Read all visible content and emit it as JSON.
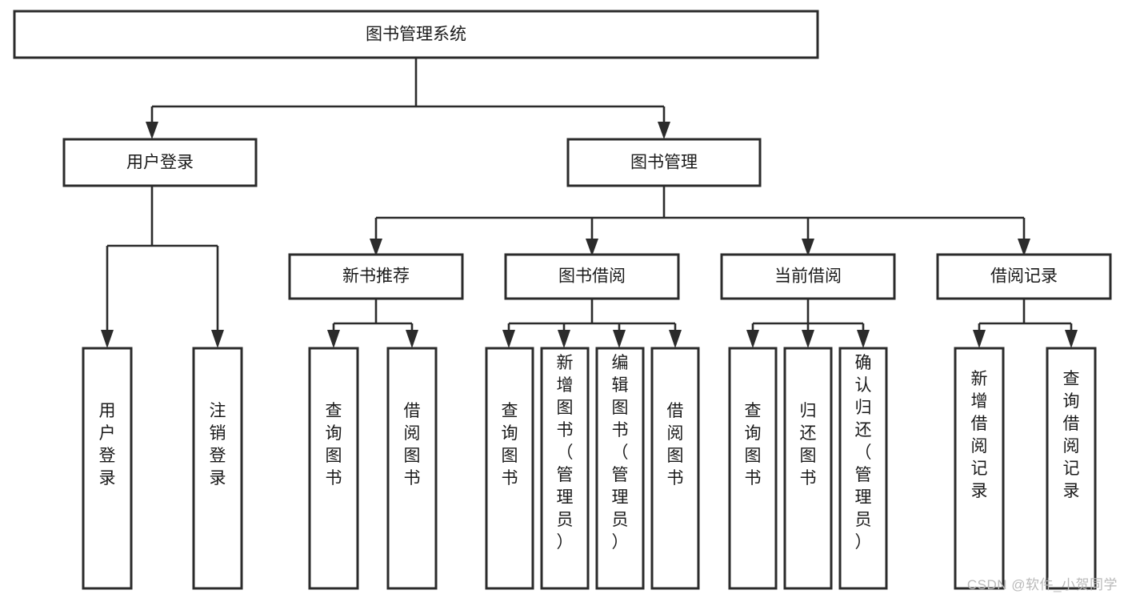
{
  "diagram": {
    "type": "tree-hierarchy",
    "title": "图书管理系统",
    "watermark": "CSDN @软件_小贺同学",
    "colors": {
      "box_stroke": "#2b2b2b",
      "box_fill": "#ffffff",
      "text": "#1a1a1a",
      "edge": "#2b2b2b",
      "watermark": "#b9b9b9",
      "background": "#ffffff"
    },
    "levels": [
      {
        "level": 1,
        "nodes": [
          {
            "id": "root",
            "label": "图书管理系统",
            "orientation": "horizontal"
          }
        ]
      },
      {
        "level": 2,
        "nodes": [
          {
            "id": "login",
            "label": "用户登录",
            "orientation": "horizontal",
            "parent": "root"
          },
          {
            "id": "bookmgmt",
            "label": "图书管理",
            "orientation": "horizontal",
            "parent": "root"
          }
        ]
      },
      {
        "level": 3,
        "nodes": [
          {
            "id": "newbook",
            "label": "新书推荐",
            "orientation": "horizontal",
            "parent": "bookmgmt"
          },
          {
            "id": "borrow",
            "label": "图书借阅",
            "orientation": "horizontal",
            "parent": "bookmgmt"
          },
          {
            "id": "current",
            "label": "当前借阅",
            "orientation": "horizontal",
            "parent": "bookmgmt"
          },
          {
            "id": "records",
            "label": "借阅记录",
            "orientation": "horizontal",
            "parent": "bookmgmt"
          }
        ]
      },
      {
        "level": 4,
        "nodes": [
          {
            "id": "leaf-user-login",
            "label": "用户登录",
            "orientation": "vertical",
            "parent": "login"
          },
          {
            "id": "leaf-logout",
            "label": "注销登录",
            "orientation": "vertical",
            "parent": "login"
          },
          {
            "id": "leaf-query-book-1",
            "label": "查询图书",
            "orientation": "vertical",
            "parent": "newbook"
          },
          {
            "id": "leaf-borrow-book-1",
            "label": "借阅图书",
            "orientation": "vertical",
            "parent": "newbook"
          },
          {
            "id": "leaf-query-book-2",
            "label": "查询图书",
            "orientation": "vertical",
            "parent": "borrow"
          },
          {
            "id": "leaf-add-book",
            "label": "新增图书（管理员）",
            "orientation": "vertical",
            "parent": "borrow"
          },
          {
            "id": "leaf-edit-book",
            "label": "编辑图书（管理员）",
            "orientation": "vertical",
            "parent": "borrow"
          },
          {
            "id": "leaf-borrow-book-2",
            "label": "借阅图书",
            "orientation": "vertical",
            "parent": "borrow"
          },
          {
            "id": "leaf-query-book-3",
            "label": "查询图书",
            "orientation": "vertical",
            "parent": "current"
          },
          {
            "id": "leaf-return-book",
            "label": "归还图书",
            "orientation": "vertical",
            "parent": "current"
          },
          {
            "id": "leaf-confirm-return",
            "label": "确认归还（管理员）",
            "orientation": "vertical",
            "parent": "current"
          },
          {
            "id": "leaf-add-record",
            "label": "新增借阅记录",
            "orientation": "vertical",
            "parent": "records"
          },
          {
            "id": "leaf-query-record",
            "label": "查询借阅记录",
            "orientation": "vertical",
            "parent": "records"
          }
        ]
      }
    ]
  }
}
